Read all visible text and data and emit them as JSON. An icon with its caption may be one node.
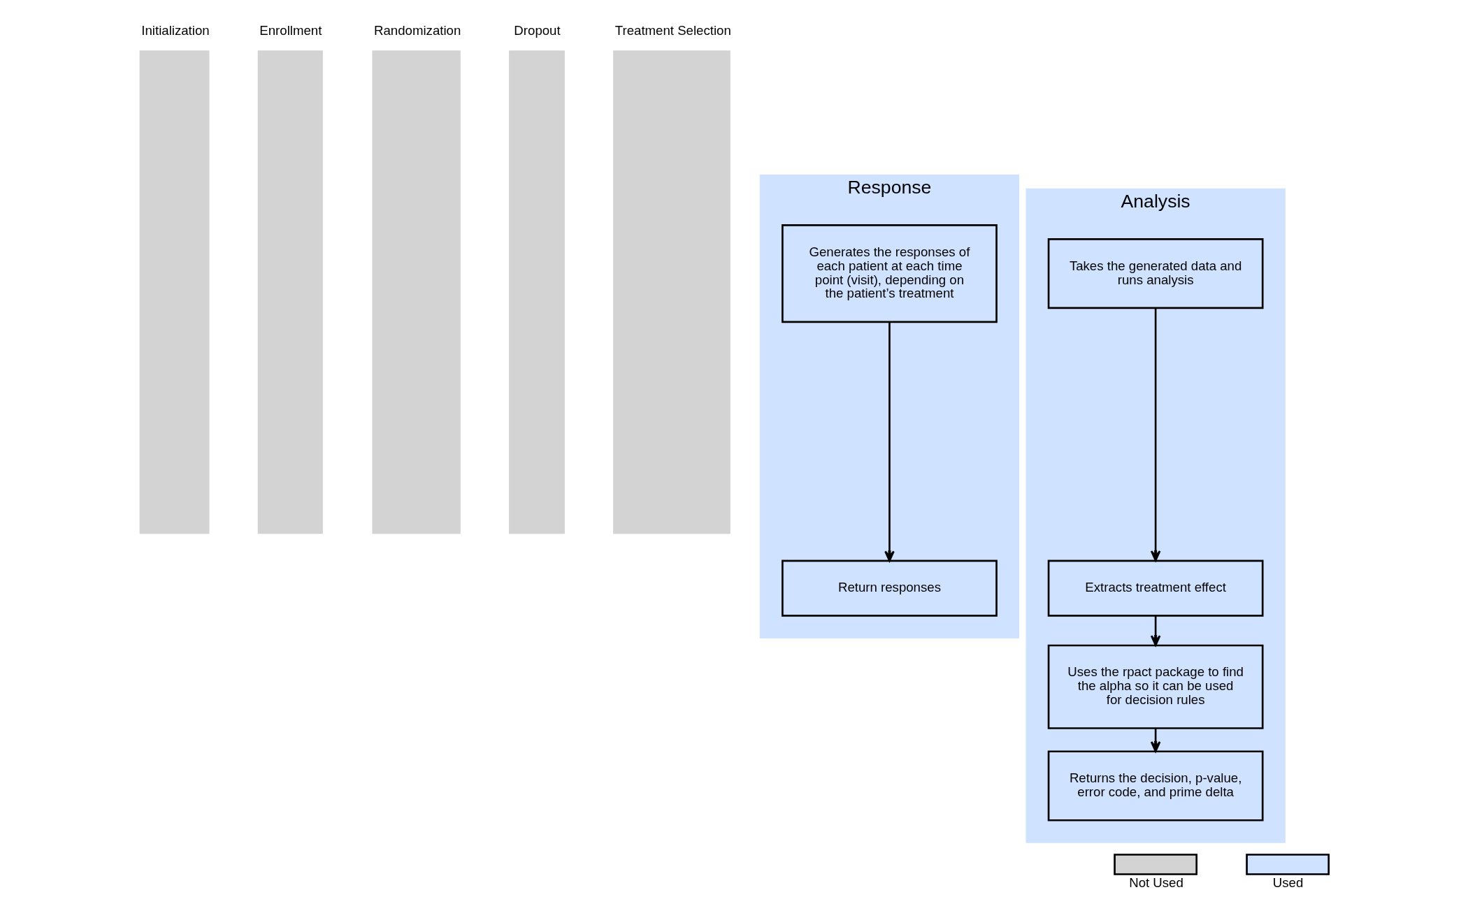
{
  "diagram": {
    "nodes": [
      {
        "text": [
          "Initialization"
        ]
      },
      {
        "text": [
          "Enrollment"
        ]
      },
      {
        "text": [
          "Randomization"
        ]
      },
      {
        "text": [
          "Dropout"
        ]
      },
      {
        "text": [
          "Treatment Selection"
        ]
      },
      {
        "text": [
          "Response"
        ]
      },
      {
        "text": [
          "Generates the responses of each patient at each time point (visit), depending on the patient’s treatment"
        ],
        "in": 5
      },
      {
        "text": [
          "Return responses"
        ],
        "in": 5
      },
      {
        "text": [
          "Analysis"
        ]
      },
      {
        "text": [
          "Takes the generated data and runs analysis"
        ],
        "in": 8
      },
      {
        "text": [
          "Extracts treatment effect"
        ],
        "in": 8
      },
      {
        "text": [
          "Uses the rpact package to find the alpha so it can be used for decision rules"
        ],
        "in": 8
      },
      {
        "text": [
          "Returns the decision, p-value, error code, and prime delta"
        ],
        "in": 8
      }
    ],
    "edges": [
      {
        "from": 6,
        "to": 7,
        "arrow": "to"
      },
      {
        "from": 9,
        "to": 10,
        "arrow": "to"
      },
      {
        "from": 10,
        "to": 11,
        "arrow": "to"
      },
      {
        "from": 11,
        "to": 12,
        "arrow": "to"
      }
    ],
    "legend": [
      {
        "text": "Not Used",
        "color": "#d3d3d3"
      },
      {
        "text": "Used",
        "color": "#cfe2ff"
      }
    ]
  }
}
